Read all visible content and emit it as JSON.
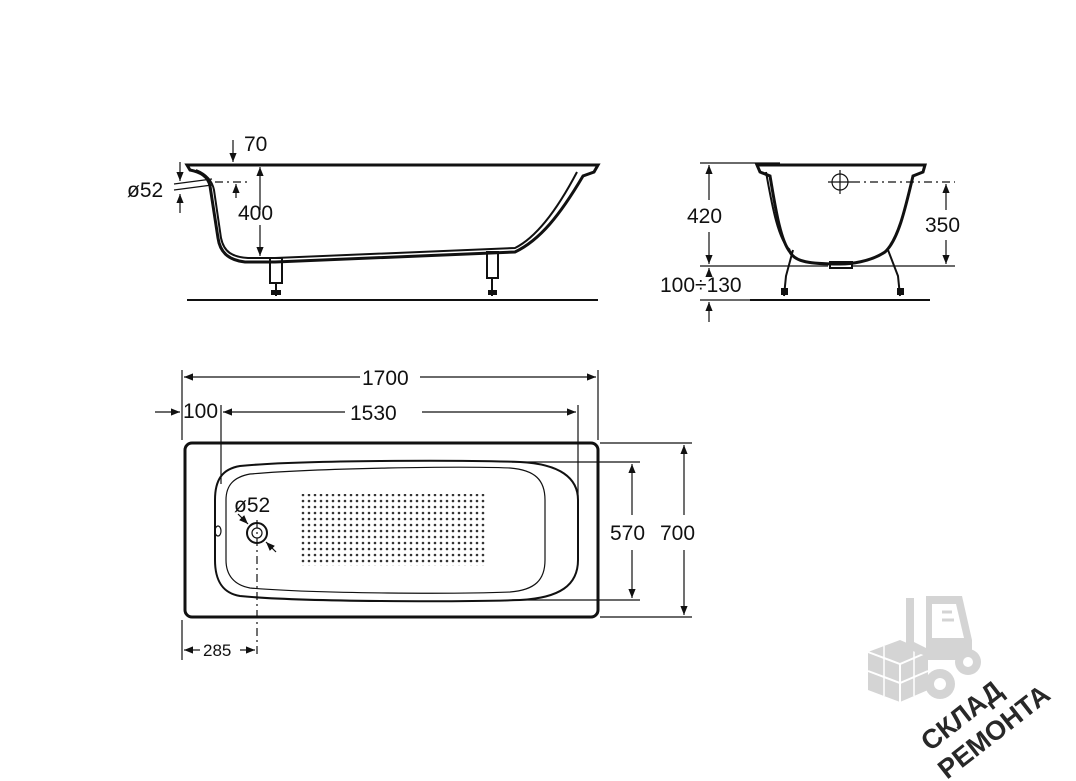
{
  "side_view": {
    "dim_70": "70",
    "dim_diameter": "ø52",
    "dim_400": "400"
  },
  "end_view": {
    "dim_420": "420",
    "dim_350": "350",
    "dim_legs": "100÷130"
  },
  "top_view": {
    "dim_1700": "1700",
    "dim_100": "100",
    "dim_1530": "1530",
    "dim_diameter": "ø52",
    "dim_570": "570",
    "dim_700": "700",
    "dim_285": "285"
  },
  "watermark": {
    "line1": "СКЛАД",
    "line2": "РЕМОНТА"
  }
}
